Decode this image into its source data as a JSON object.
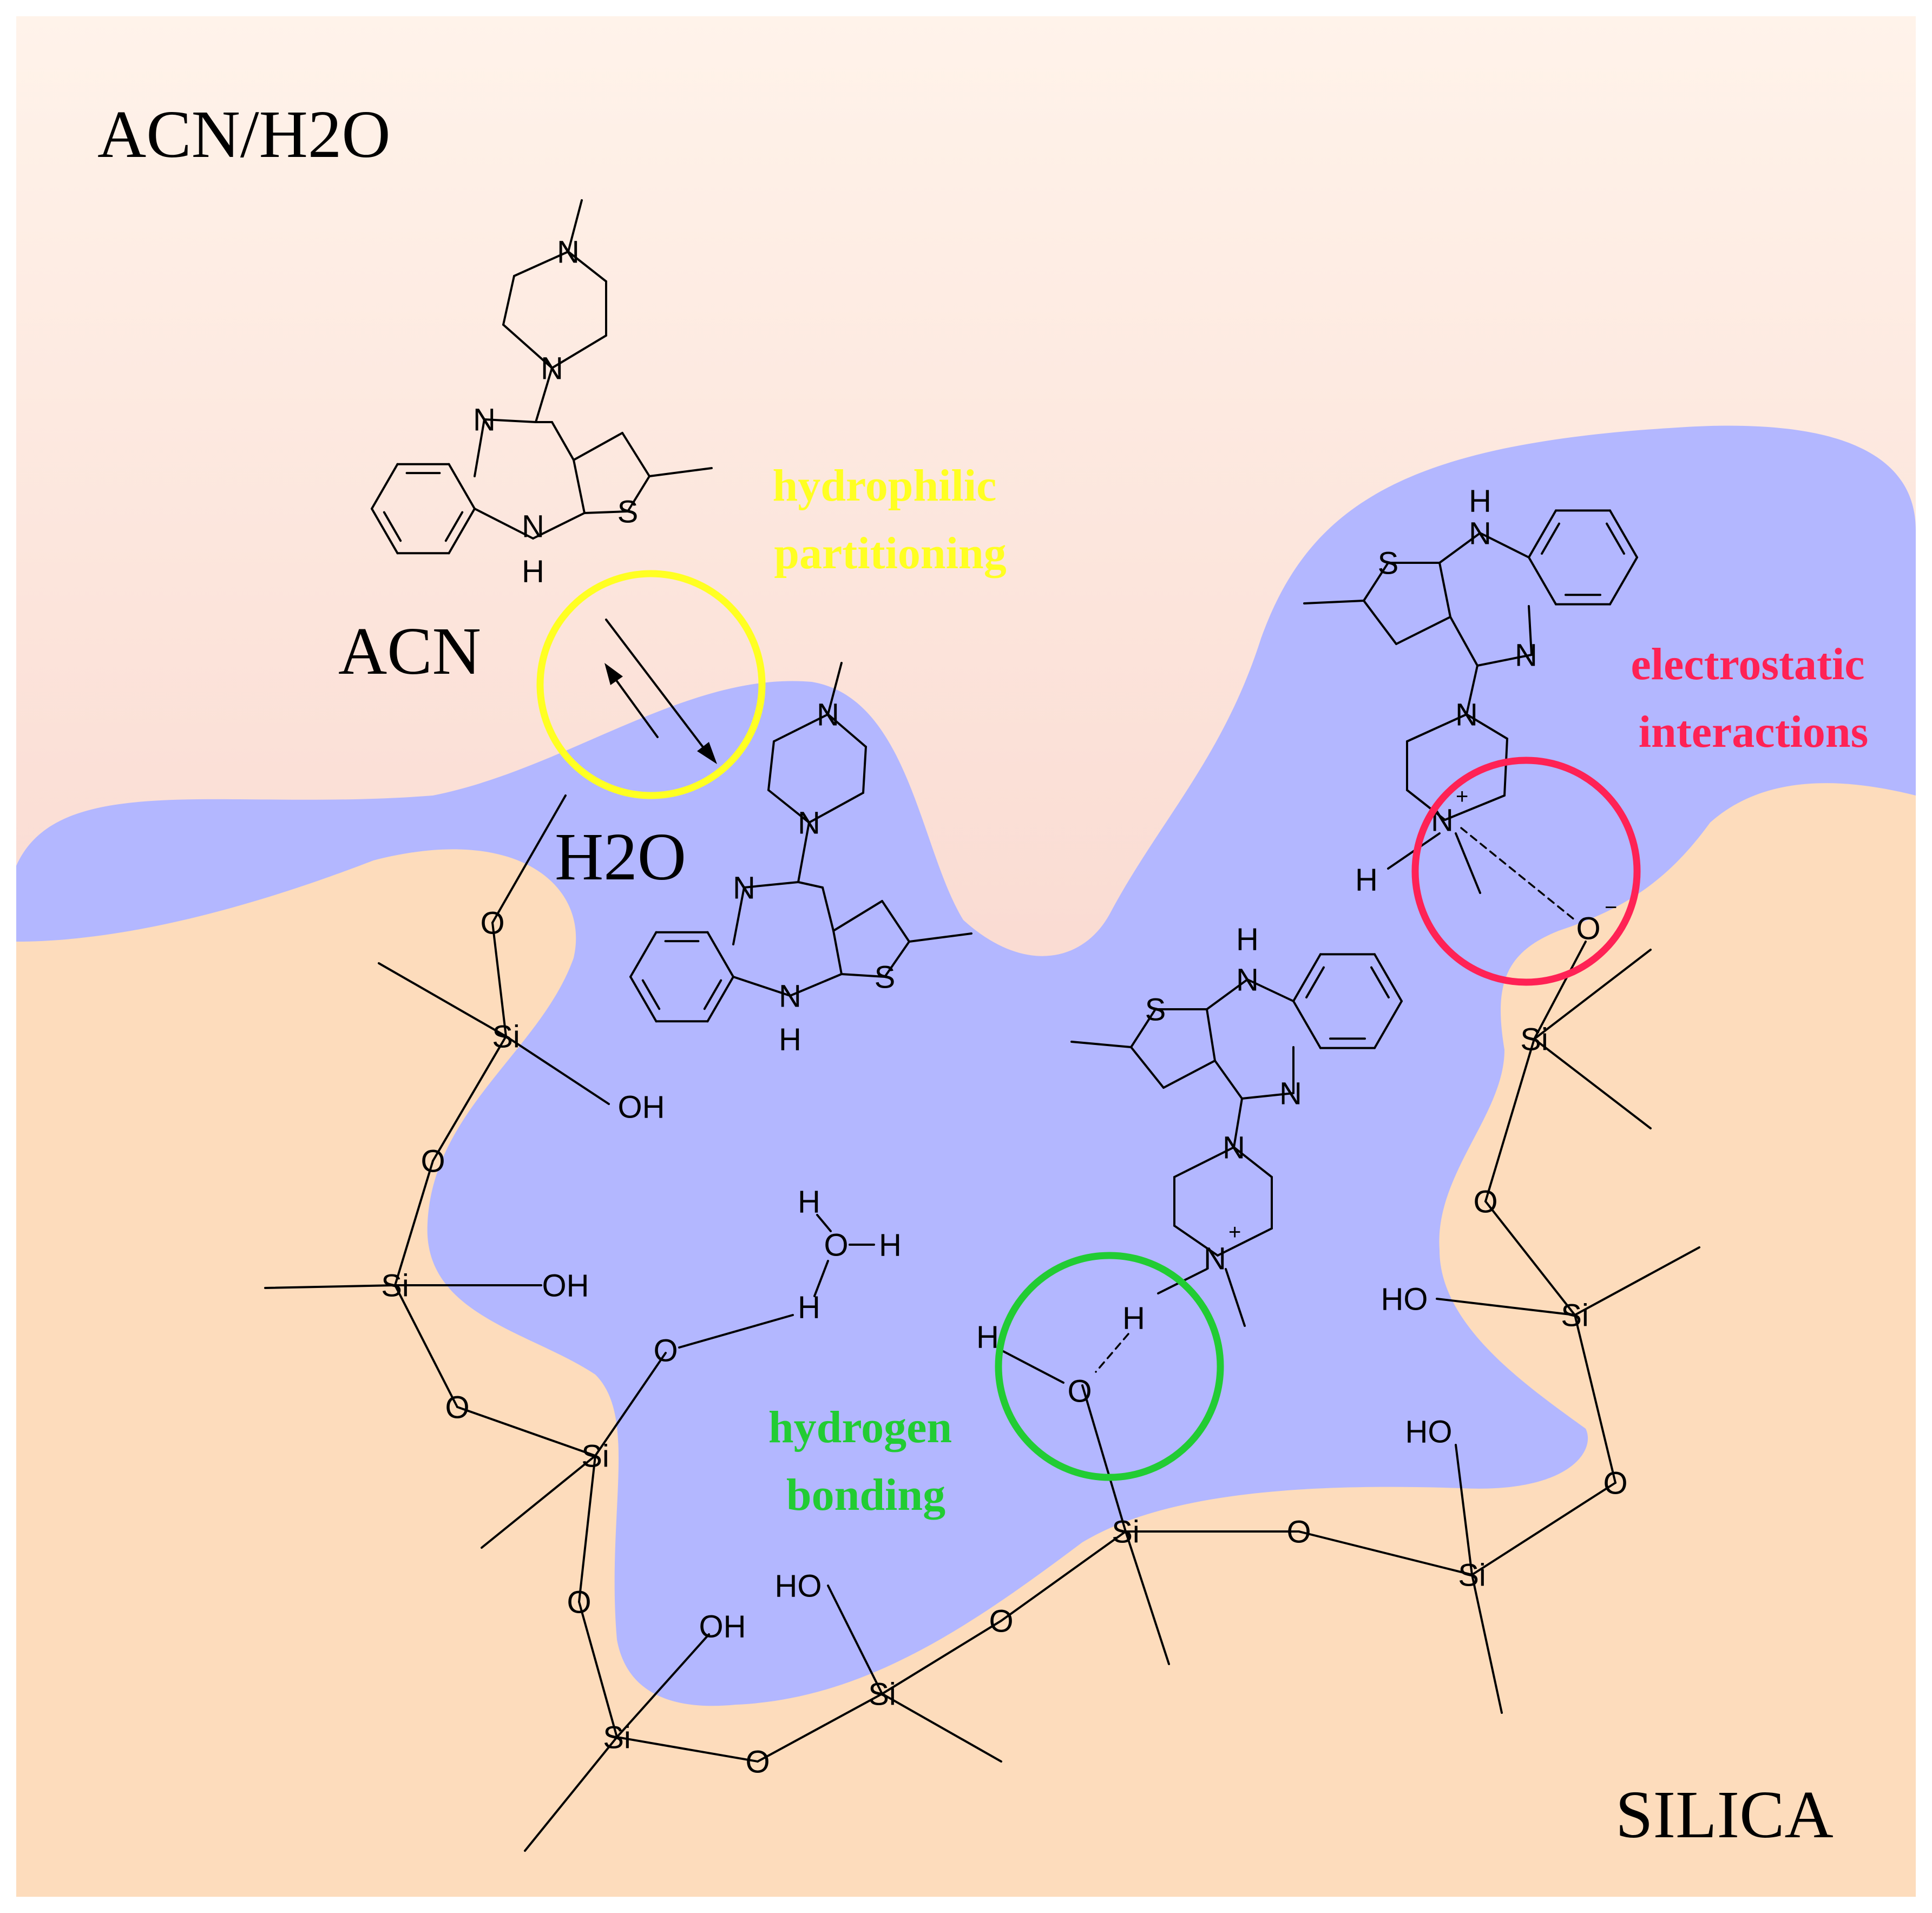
{
  "region_labels": {
    "mobile_phase": "ACN/H2O",
    "acn": "ACN",
    "h2o": "H2O",
    "silica": "SILICA"
  },
  "interactions": [
    {
      "lines": [
        "hydrophilic",
        "partitioning"
      ],
      "color": "#ffff22"
    },
    {
      "lines": [
        "electrostatic",
        "interactions"
      ],
      "color": "#ff2255"
    },
    {
      "lines": [
        "hydrogen",
        "bonding"
      ],
      "color": "#22cc33"
    }
  ],
  "atom_symbols": {
    "silicon": "Si",
    "oxygen": "O",
    "hydroxyl": "OH",
    "hydroxyl_rev": "HO",
    "oxide_anion": "O",
    "nitrogen": "N",
    "sulfur": "S",
    "hydrogen": "H",
    "plus": "+",
    "minus": "−"
  },
  "colors": {
    "top_gradient_start": "#fff3ea",
    "top_gradient_end": "#f5c4bb",
    "water_layer": "#b3b7ff",
    "silica": "#fddcbc"
  }
}
